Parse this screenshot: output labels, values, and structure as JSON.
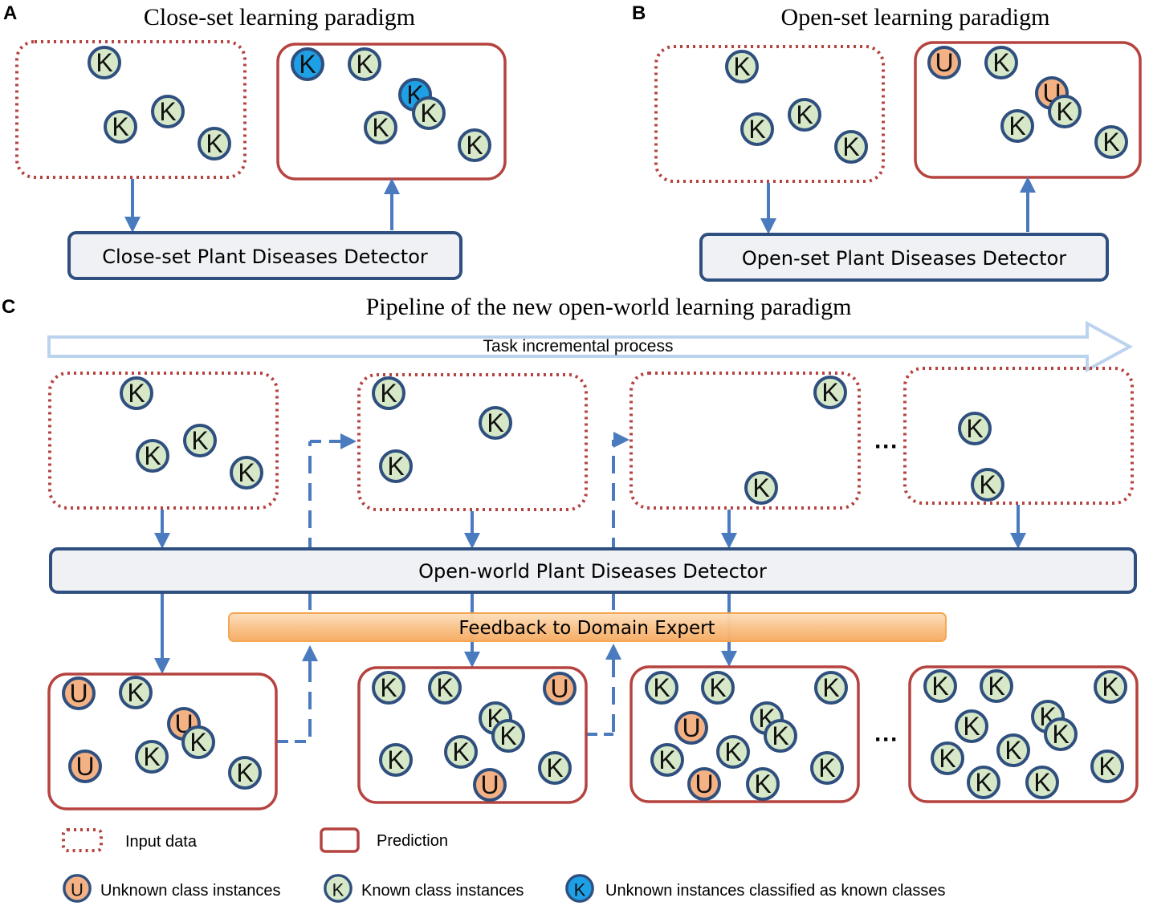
{
  "panel_a": {
    "label": "A",
    "title": "Close-set learning paradigm",
    "detector": "Close-set Plant Diseases Detector"
  },
  "panel_b": {
    "label": "B",
    "title": "Open-set learning paradigm",
    "detector": "Open-set Plant Diseases Detector"
  },
  "panel_c": {
    "label": "C",
    "title": "Pipeline of the new open-world learning paradigm",
    "process_label": "Task incremental process",
    "detector": "Open-world Plant Diseases Detector",
    "feedback": "Feedback to Domain Expert",
    "ellipsis": "···"
  },
  "legend": {
    "input_data": "Input data",
    "prediction": "Prediction",
    "unknown": "Unknown class instances",
    "known": "Known class instances",
    "misclassified": "Unknown instances classified as known classes"
  },
  "marker_letters": {
    "known": "K",
    "unknown": "U"
  },
  "colors": {
    "known_fill": "#d6e8c8",
    "unknown_fill": "#f4b183",
    "misclassified_fill": "#1ea0e6",
    "marker_stroke": "#2f4f7f",
    "input_border": "#b5433f",
    "prediction_border": "#b5433f",
    "arrow": "#4a7bbf",
    "detector_fill": "#f0f1f4",
    "detector_stroke": "#2e4f7f",
    "feedback_fill": "#f9c38a",
    "process_arrow": "#bcd3ee"
  }
}
